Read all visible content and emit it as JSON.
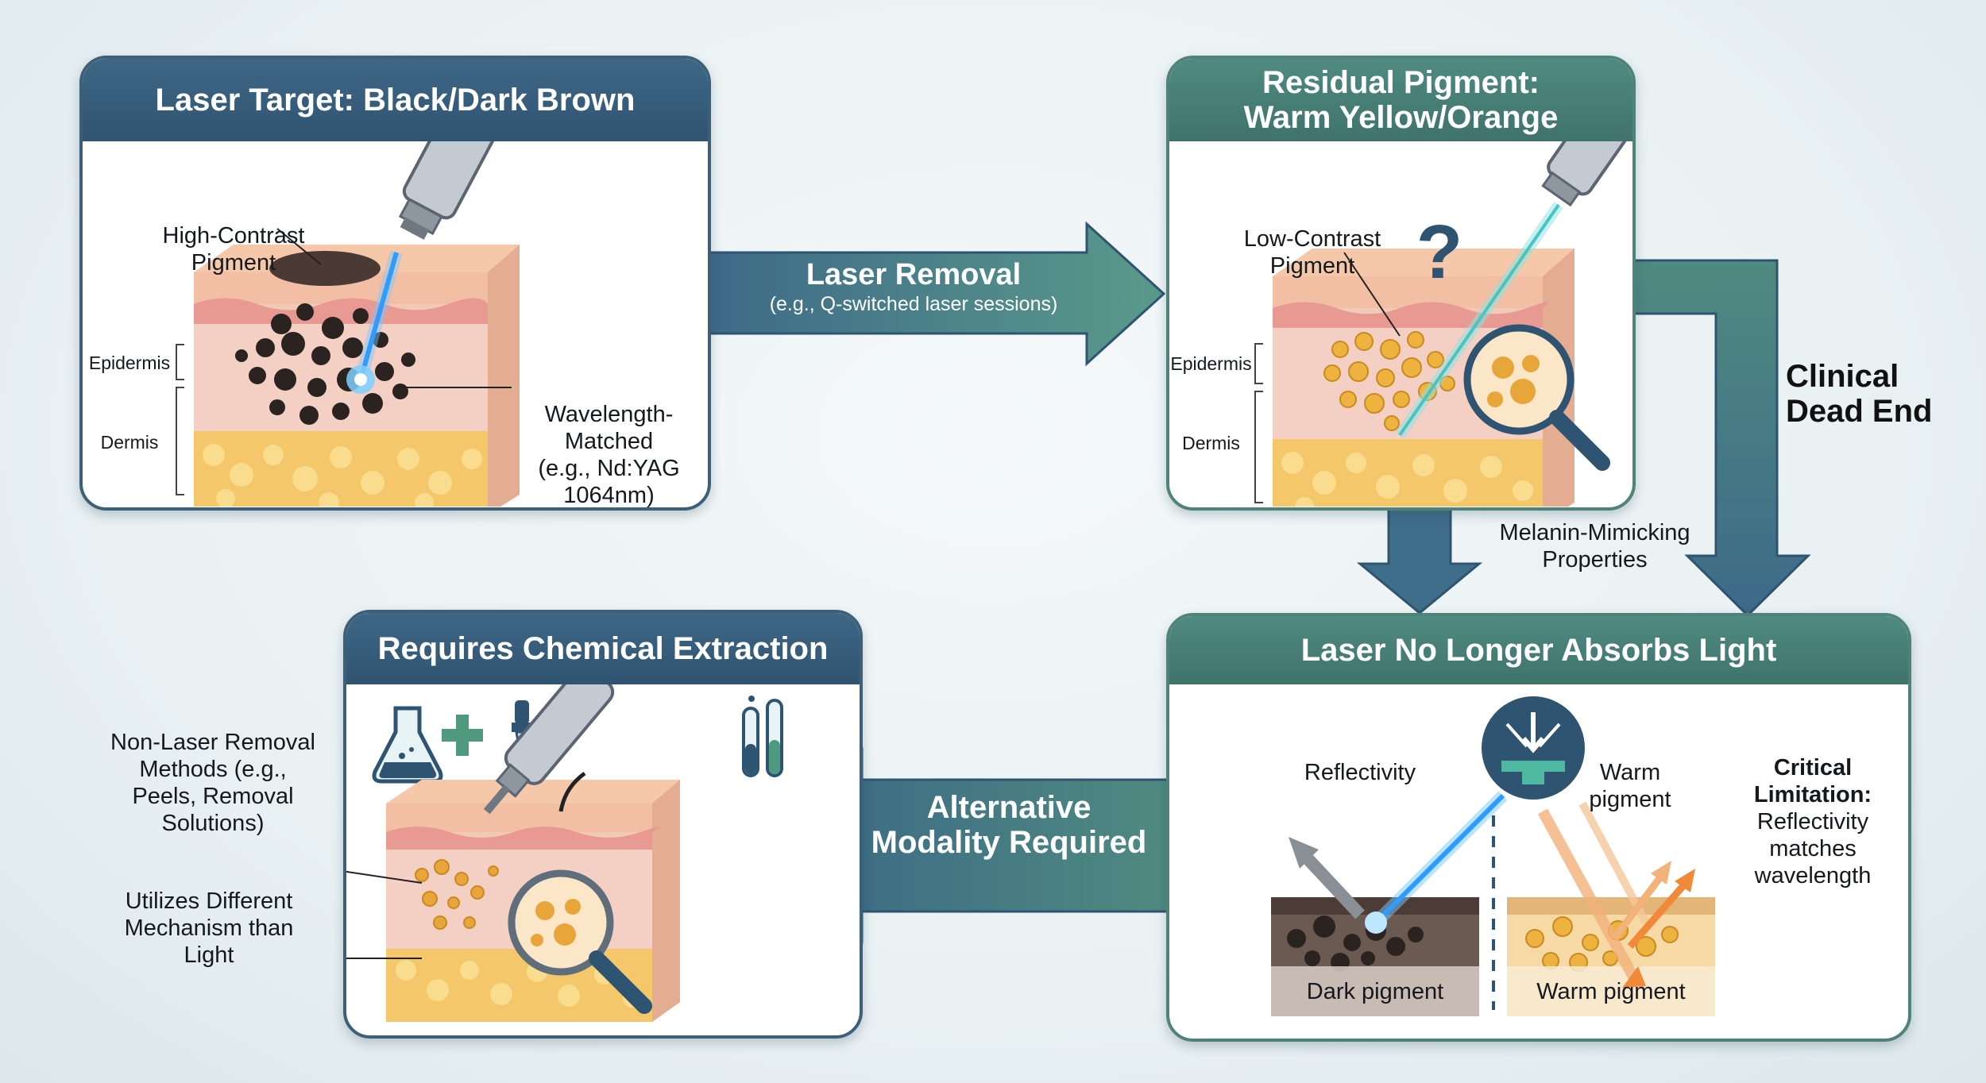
{
  "cards": {
    "laser_target": {
      "title": "Laser Target: Black/Dark Brown",
      "pigment_label": "High-Contrast\nPigment",
      "epidermis": "Epidermis",
      "dermis": "Dermis",
      "wavelength_label": "Wavelength-\nMatched\n(e.g., Nd:YAG\n1064nm)"
    },
    "residual": {
      "title": "Residual Pigment:\nWarm Yellow/Orange",
      "pigment_label": "Low-Contrast\nPigment",
      "question_mark": "?",
      "epidermis": "Epidermis",
      "dermis": "Dermis"
    },
    "no_absorb": {
      "title": "Laser No Longer Absorbs Light",
      "reflectivity": "Reflectivity",
      "warm_top": "Warm\npigment",
      "dark_caption": "Dark pigment",
      "warm_caption": "Warm pigment",
      "critical": "Critical\nLimitation:",
      "critical_detail": "Reflectivity\nmatches\nwavelength"
    },
    "chemical": {
      "title": "Requires Chemical Extraction",
      "methods_label": "Non-Laser Removal\nMethods (e.g.,\nPeels, Removal\nSolutions)",
      "mechanism_label": "Utilizes Different\nMechanism than\nLight"
    }
  },
  "arrows": {
    "laser_removal": "Laser Removal",
    "laser_removal_sub": "(e.g., Q-switched laser sessions)",
    "clinical_dead_end": "Clinical\nDead End",
    "melanin": "Melanin-Mimicking\nProperties",
    "alternative": "Alternative\nModality Required"
  },
  "colors": {
    "navy": "#2f5472",
    "teal": "#4f8a80",
    "laser_blue": "#4fb8ff",
    "dark_pigment": "#2b2320",
    "warm_pigment": "#e8a53a"
  }
}
